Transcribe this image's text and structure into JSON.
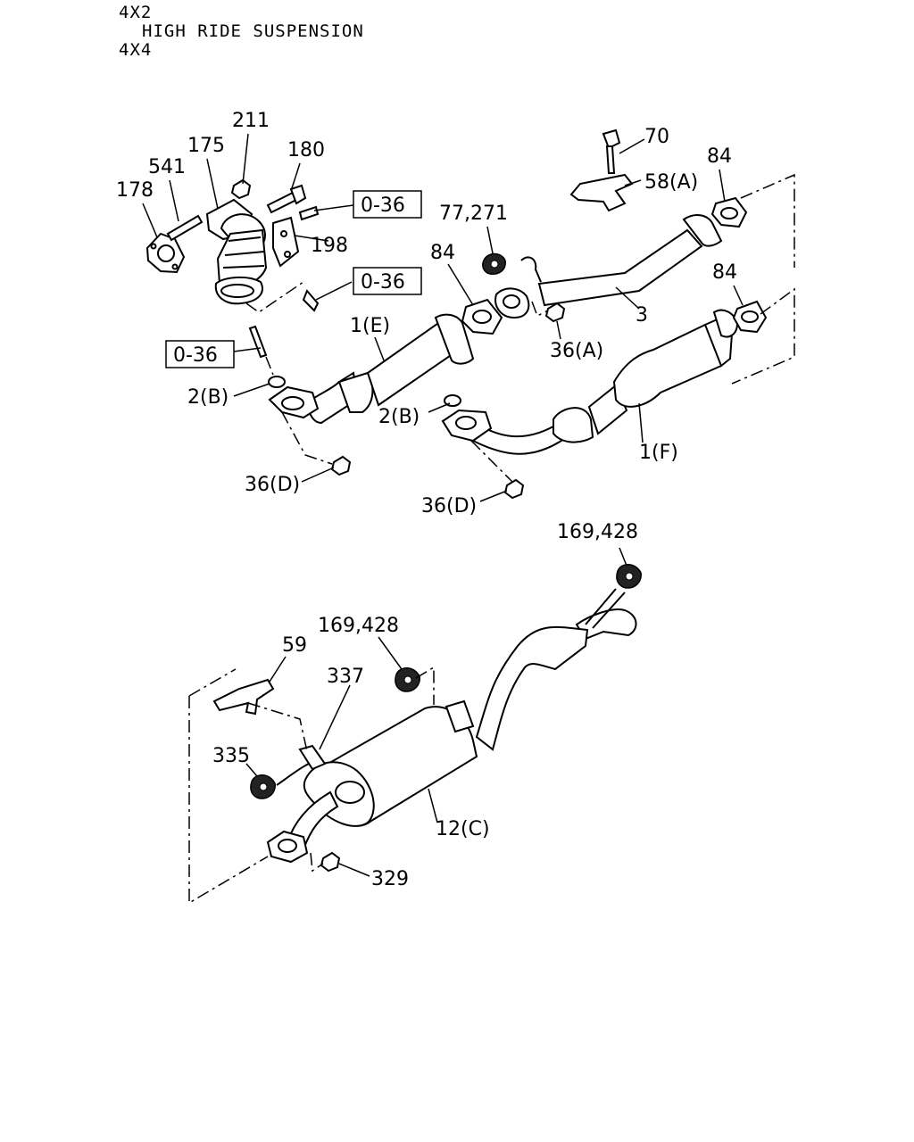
{
  "header": {
    "line1": "4X2",
    "line2": "HIGH RIDE SUSPENSION",
    "line3": "4X4"
  },
  "callouts": {
    "c211": "211",
    "c175": "175",
    "c180": "180",
    "c541": "541",
    "c178": "178",
    "c198": "198",
    "ref_036_a": "0-36",
    "ref_036_b": "0-36",
    "ref_036_c": "0-36",
    "c2b_left": "2(B)",
    "c1e": "1(E)",
    "c84_mid": "84",
    "c36d_left": "36(D)",
    "c77_271": "77,271",
    "c70": "70",
    "c58a": "58(A)",
    "c84_top": "84",
    "c84_right": "84",
    "c3": "3",
    "c36a": "36(A)",
    "c2b_right": "2(B)",
    "c1f": "1(F)",
    "c36d_right": "36(D)",
    "c169_428_top": "169,428",
    "c169_428_mid": "169,428",
    "c59": "59",
    "c337": "337",
    "c335": "335",
    "c12c": "12(C)",
    "c329": "329"
  }
}
